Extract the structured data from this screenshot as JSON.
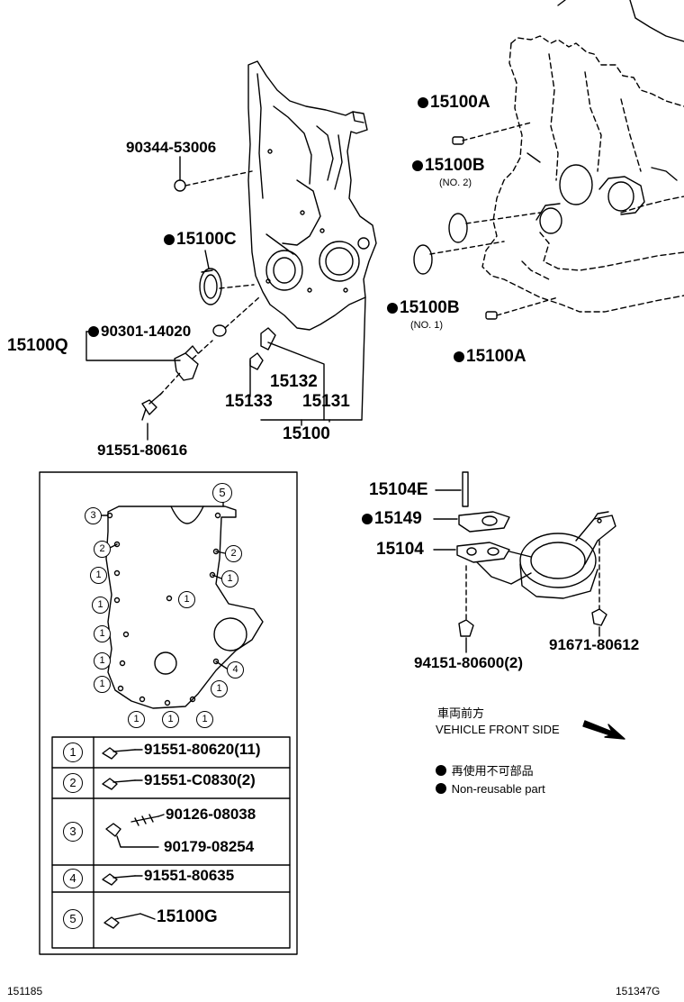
{
  "parts": {
    "p90344": "90344-53006",
    "p15100A_top": "15100A",
    "p15100B_top": "15100B",
    "p15100B_top_sub": "(NO. 2)",
    "p15100C": "15100C",
    "p15100B_mid": "15100B",
    "p15100B_mid_sub": "(NO. 1)",
    "p15100A_mid": "15100A",
    "p90301": "90301-14020",
    "p15100Q": "15100Q",
    "p15132": "15132",
    "p15133": "15133",
    "p15131": "15131",
    "p15100": "15100",
    "p91551_80616": "91551-80616",
    "p15104E": "15104E",
    "p15149": "15149",
    "p15104": "15104",
    "p94151": "94151-80600(2)",
    "p91671": "91671-80612"
  },
  "legend": {
    "circle_labels": {
      "one": "1",
      "two": "2",
      "three": "3",
      "four": "4",
      "five": "5"
    },
    "rows": {
      "r1": "91551-80620(11)",
      "r2": "91551-C0830(2)",
      "r3a": "90126-08038",
      "r3b": "90179-08254",
      "r4": "91551-80635",
      "r5": "15100G"
    }
  },
  "notes": {
    "vehicle_front_jp": "車両前方",
    "vehicle_front_en": "VEHICLE FRONT SIDE",
    "nonreusable_jp": "再使用不可部品",
    "nonreusable_en": "Non-reusable part"
  },
  "corner": {
    "left": "151185",
    "right": "151347G"
  }
}
